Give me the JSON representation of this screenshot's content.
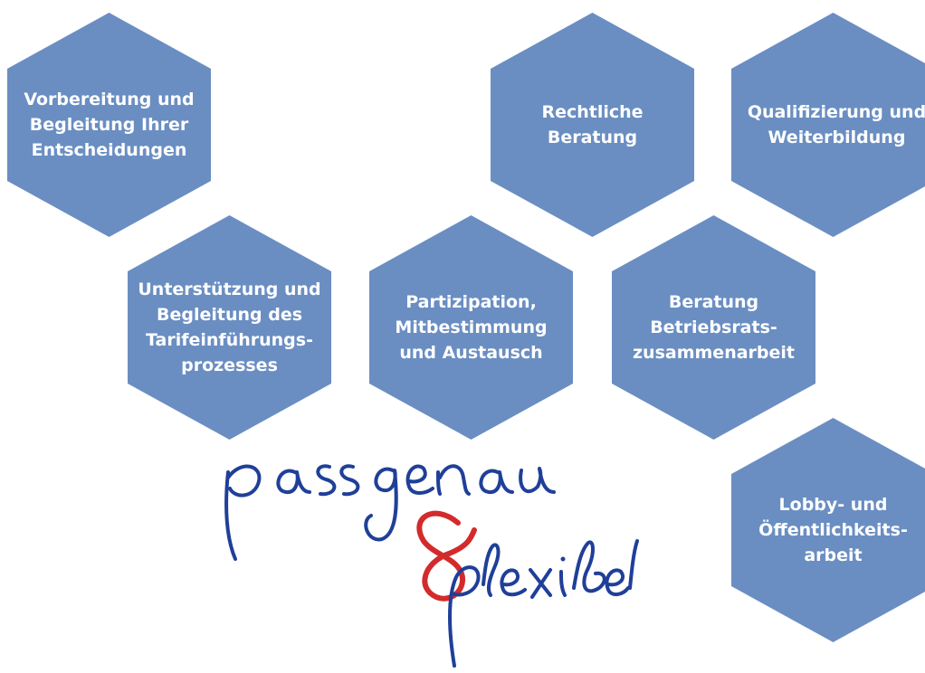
{
  "colors": {
    "hexagon": "#6a8ec2",
    "label": "#ffffff",
    "script_blue": "#1f3f99",
    "ampersand_red": "#d32b2b"
  },
  "hexagons": [
    {
      "id": "vorbereitung",
      "text": "Vorbereitung und\nBegleitung Ihrer\nEntscheidungen"
    },
    {
      "id": "rechtliche",
      "text": "Rechtliche\nBeratung"
    },
    {
      "id": "qualifizierung",
      "text": "Qualifizierung und\nWeiterbildung"
    },
    {
      "id": "unterstuetzung",
      "text": "Unterstützung und\nBegleitung des\nTarifeinführungs-\nprozesses"
    },
    {
      "id": "partizipation",
      "text": "Partizipation,\nMitbestimmung\nund Austausch"
    },
    {
      "id": "beratung_br",
      "text": "Beratung\nBetriebsrats-\nzusammenarbeit"
    },
    {
      "id": "lobby",
      "text": "Lobby- und\nÖffentlichkeits-\narbeit"
    }
  ],
  "logo": {
    "line1": "passgenau",
    "ampersand": "&",
    "line2": "flexibel"
  }
}
